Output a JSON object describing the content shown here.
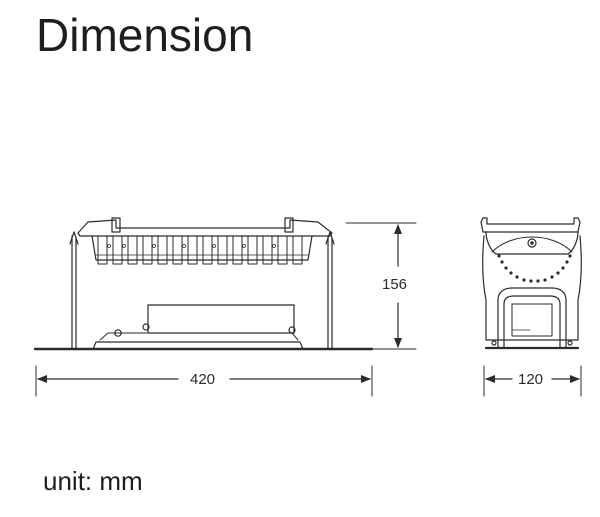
{
  "title": "Dimension",
  "unit_label": "unit: mm",
  "dimensions": {
    "front_width": "420",
    "front_height": "156",
    "side_width": "120"
  },
  "colors": {
    "line": "#2b2b2b",
    "text": "#1e1e1e"
  }
}
